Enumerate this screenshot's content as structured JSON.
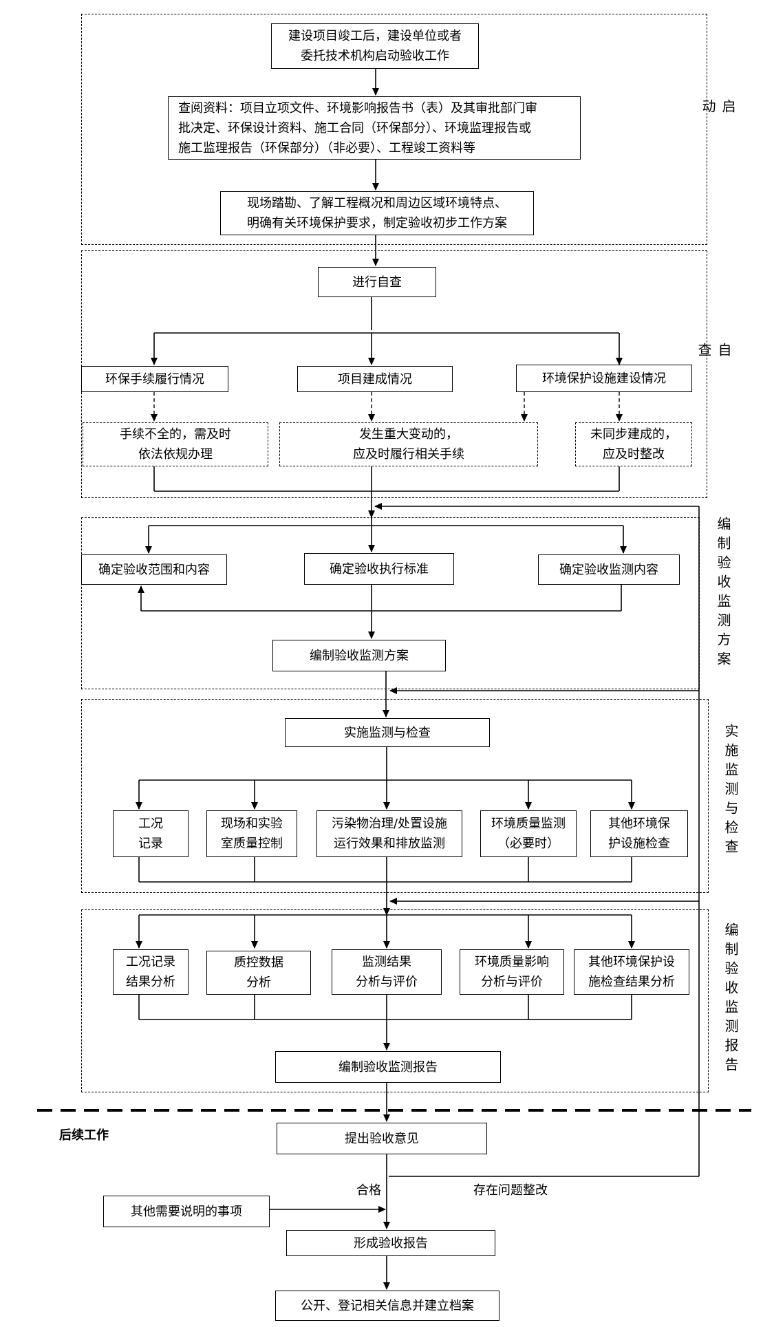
{
  "stages": {
    "start": "启动",
    "self_check": "自查",
    "plan": "编制验收监测方案",
    "implement": "实施监测与检查",
    "report": "编制验收监测报告",
    "follow_up": "后续工作"
  },
  "boxes": {
    "start_work": "建设项目竣工后，建设单位或者\n委托技术机构启动验收工作",
    "review_docs": "查阅资料：项目立项文件、环境影响报告书（表）及其审批部门审\n批决定、环保设计资料、施工合同（环保部分）、环境监理报告或\n施工监理报告（环保部分）（非必要）、工程竣工资料等",
    "site_survey": "现场踏勘、了解工程概况和周边区域环境特点、\n明确有关环境保护要求，制定验收初步工作方案",
    "self_check": "进行自查",
    "env_procedures": "环保手续履行情况",
    "construction_status": "项目建成情况",
    "facility_status": "环境保护设施建设情况",
    "incomplete_procedures": "手续不全的，需及时\n依法依规办理",
    "major_change": "发生重大变动的，\n应及时履行相关手续",
    "not_built": "未同步建成的，\n应及时整改",
    "scope": "确定验收范围和内容",
    "standards": "确定验收执行标准",
    "monitoring_content": "确定验收监测内容",
    "compile_plan": "编制验收监测方案",
    "implement_check": "实施监测与检查",
    "work_record": "工况\n记录",
    "qc": "现场和实验\n室质量控制",
    "pollutant": "污染物治理/处置设施\n运行效果和排放监测",
    "env_quality": "环境质量监测\n（必要时）",
    "other_check": "其他环境保\n护设施检查",
    "work_record_analysis": "工况记录\n结果分析",
    "qc_analysis": "质控数据\n分析",
    "result_analysis": "监测结果\n分析与评价",
    "impact_analysis": "环境质量影响\n分析与评价",
    "other_analysis": "其他环境保护设\n施检查结果分析",
    "compile_report": "编制验收监测报告",
    "opinion": "提出验收意见",
    "other_matters": "其他需要说明的事项",
    "acceptance_report": "形成验收报告",
    "publish": "公开、登记相关信息并建立档案"
  },
  "edge_labels": {
    "qualified": "合格",
    "rectify": "存在问题整改"
  }
}
